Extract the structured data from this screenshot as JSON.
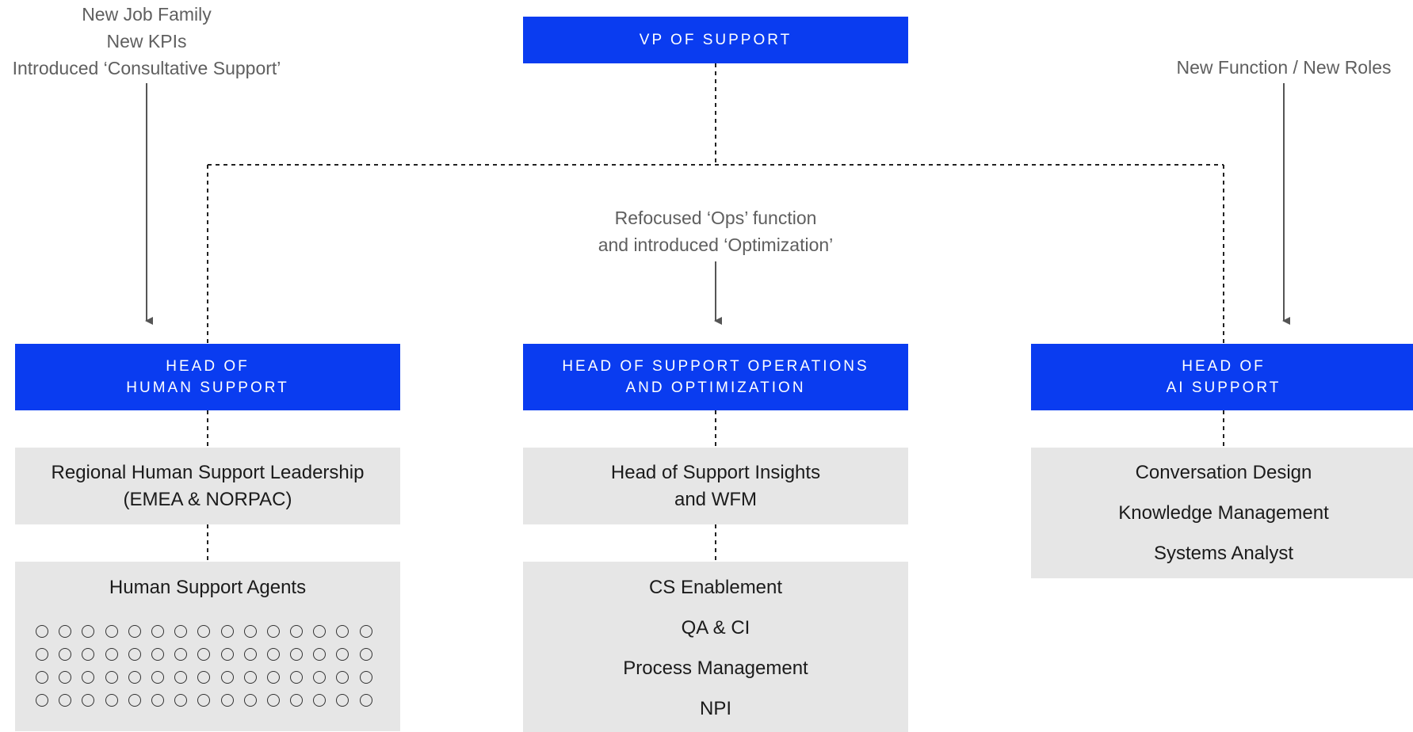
{
  "annotations": {
    "left": [
      "New Job Family",
      "New KPIs",
      "Introduced ‘Consultative Support’"
    ],
    "right": [
      "New Function / New Roles"
    ],
    "center": [
      "Refocused ‘Ops’ function",
      "and introduced ‘Optimization’"
    ]
  },
  "vp": {
    "label": "VP OF SUPPORT"
  },
  "heads": {
    "human": [
      "HEAD OF",
      "HUMAN SUPPORT"
    ],
    "ops": [
      "HEAD OF SUPPORT OPERATIONS",
      "AND OPTIMIZATION"
    ],
    "ai": [
      "HEAD OF",
      "AI SUPPORT"
    ]
  },
  "human_column": {
    "leadership": [
      "Regional Human Support Leadership",
      "(EMEA & NORPAC)"
    ],
    "agents_label": "Human Support Agents",
    "agent_rows": 4,
    "agent_cols": 15
  },
  "ops_column": {
    "insights": [
      "Head of Support Insights",
      "and WFM"
    ],
    "teams": [
      "CS Enablement",
      "QA & CI",
      "Process Management",
      "NPI"
    ]
  },
  "ai_column": {
    "teams": [
      "Conversation Design",
      "Knowledge Management",
      "Systems Analyst"
    ]
  },
  "colors": {
    "accent": "#0a3cf0",
    "box": "#e6e6e6",
    "annotation": "#5f5f5f"
  }
}
